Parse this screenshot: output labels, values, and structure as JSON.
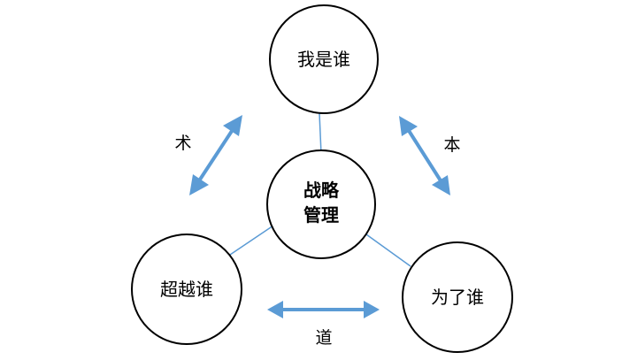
{
  "nodes": {
    "top": "我是谁",
    "center_line1": "战略",
    "center_line2": "管理",
    "left": "超越谁",
    "right": "为了谁"
  },
  "relations": {
    "left_top": "术",
    "top_right": "本",
    "left_right": "道"
  },
  "colors": {
    "arrow": "#5b9bd5",
    "connector": "#5b9bd5",
    "circle_stroke": "#000000"
  }
}
